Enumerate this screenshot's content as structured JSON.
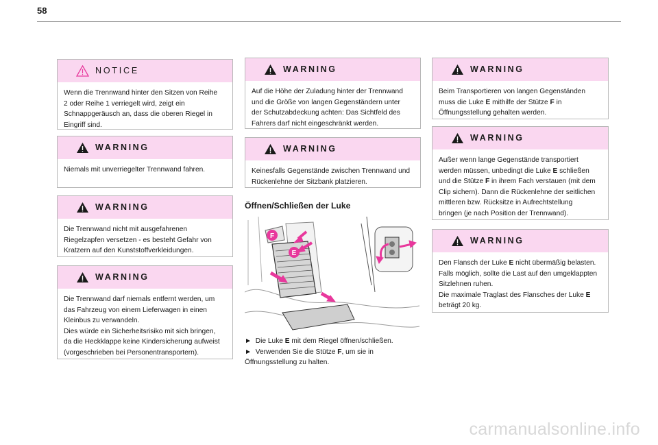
{
  "page_number": "58",
  "boxes": [
    {
      "title": "NOTICE",
      "lines": [
        "Wenn die Trennwand hinter den Sitzen von Reihe",
        "2 oder Reihe 1 verriegelt wird, zeigt ein",
        "Schnappgeräusch an, dass die oberen Riegel in",
        "Eingriff sind."
      ]
    },
    {
      "title": "WARNING",
      "lines": [
        "Niemals mit unverriegelter Trennwand fahren."
      ]
    },
    {
      "title": "WARNING",
      "lines": [
        "Die Trennwand nicht mit ausgefahrenen",
        "Riegelzapfen versetzen - es besteht Gefahr von",
        "Kratzern auf den Kunststoffverkleidungen."
      ]
    },
    {
      "title": "WARNING",
      "lines": [
        "Die Trennwand darf niemals entfernt werden, um",
        "das Fahrzeug von einem Lieferwagen in einen",
        "Kleinbus zu verwandeln.",
        "Dies würde ein Sicherheitsrisiko mit sich bringen,",
        "da die Heckklappe keine Kindersicherung aufweist",
        "(vorgeschrieben bei Personentransportern)."
      ]
    },
    {
      "title": "WARNING",
      "lines": [
        "Auf die Höhe der Zuladung hinter der Trennwand",
        "und die Größe von langen Gegenständern unter",
        "der Schutzabdeckung achten: Das Sichtfeld des",
        "Fahrers darf nicht eingeschränkt werden."
      ]
    },
    {
      "title": "WARNING",
      "lines": [
        "Keinesfalls Gegenstände zwischen Trennwand und",
        "Rückenlehne der Sitzbank platzieren."
      ]
    },
    {
      "title": "WARNING",
      "lines": [
        "Beim Transportieren von langen Gegenständen",
        "muss die Luke E mithilfe der Stütze F in",
        "Öffnungsstellung gehalten werden."
      ]
    },
    {
      "title": "WARNING",
      "lines": [
        "Außer wenn lange Gegenstände transportiert",
        "werden müssen, unbedingt die Luke E schließen",
        "und die Stütze F in ihrem Fach verstauen (mit dem",
        "Clip sichern). Dann die Rückenlehne der seitlichen",
        "mittleren bzw. Rücksitze in Aufrechtstellung",
        "bringen (je nach Position der Trennwand)."
      ]
    },
    {
      "title": "WARNING",
      "lines": [
        "Den Flansch der Luke E nicht übermäßig belasten.",
        "Falls möglich, sollte die Last auf den umgeklappten",
        "Sitzlehnen ruhen.",
        "Die maximale Traglast des Flansches der Luke E",
        "beträgt 20 kg."
      ]
    }
  ],
  "section": {
    "heading": "Öffnen/Schließen der Luke",
    "figure_labels": {
      "f": "F",
      "e": "E"
    },
    "steps": [
      {
        "bullet": "►",
        "text": "Die Luke E mit dem Riegel öffnen/schließen."
      },
      {
        "bullet": "►",
        "text": "Verwenden Sie die Stütze F, um sie in Öffnungsstellung zu halten."
      }
    ]
  },
  "watermark": "carmanualsonline.info",
  "colors": {
    "header_bg": "#fad7f0",
    "accent": "#e8389c",
    "border": "#b8b8b8"
  },
  "icons": {
    "notice": "warning-triangle-outline-icon",
    "warning": "warning-triangle-filled-icon"
  }
}
